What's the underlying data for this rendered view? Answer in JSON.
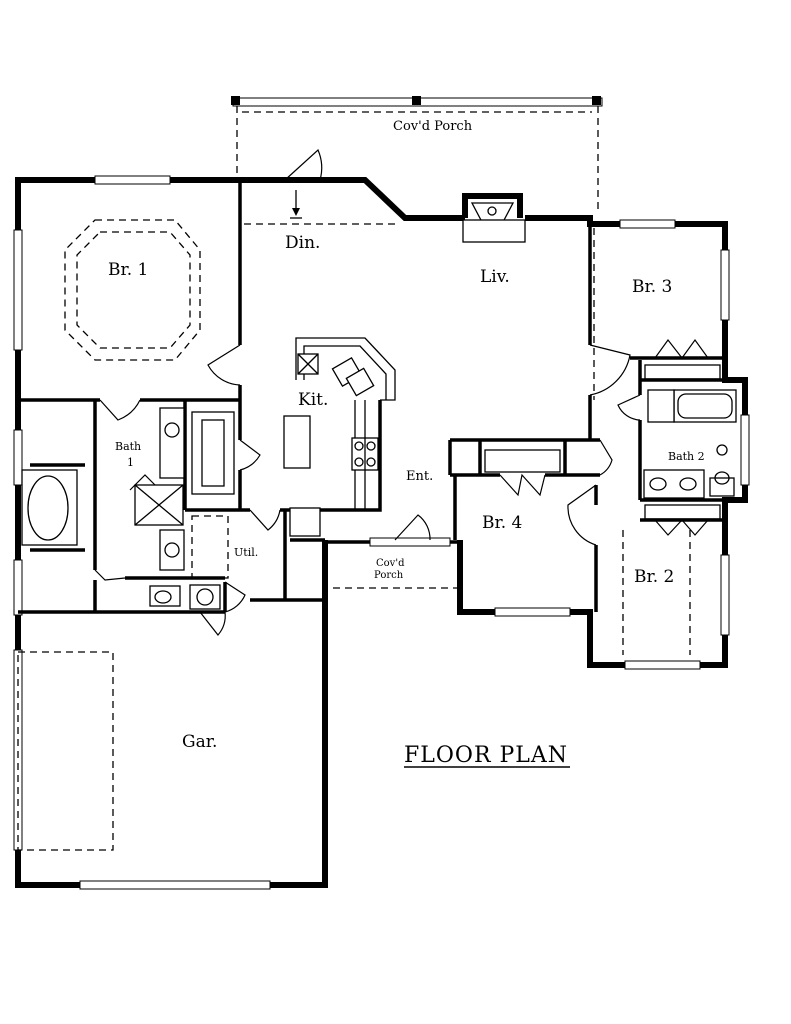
{
  "title": "FLOOR PLAN",
  "rooms": {
    "covd_porch_top": "Cov'd Porch",
    "bedroom1": "Br. 1",
    "dining": "Din.",
    "living": "Liv.",
    "bedroom3": "Br. 3",
    "kitchen": "Kit.",
    "bath1_line1": "Bath",
    "bath1_line2": "1",
    "bath2": "Bath 2",
    "entry": "Ent.",
    "bedroom4": "Br. 4",
    "utility": "Util.",
    "covd_porch_front_line1": "Cov'd",
    "covd_porch_front_line2": "Porch",
    "bedroom2": "Br. 2",
    "garage": "Gar."
  }
}
